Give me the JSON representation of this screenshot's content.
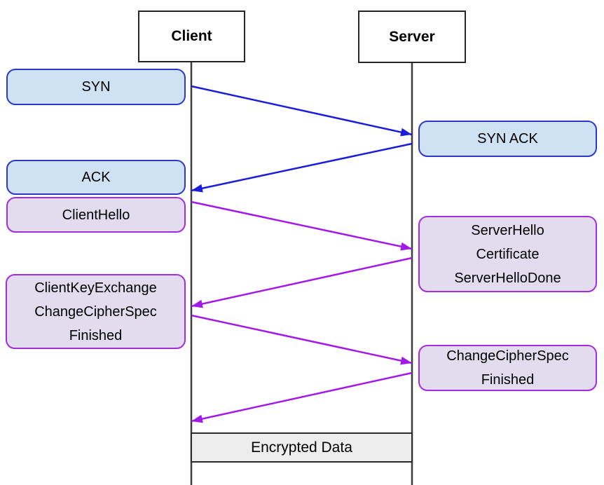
{
  "title_implicit": "TCP and TLS handshake sequence diagram",
  "colors": {
    "tcp-fill": "#cfe2f3",
    "tcp-border": "#2c38c9",
    "tls-fill": "#e3dcee",
    "tls-border": "#a22ddc",
    "arrow-tcp": "#1b1ddb",
    "arrow-tls": "#a31ae6",
    "lifeline": "#3d3d3d",
    "actor-border": "#262626",
    "encrypted-fill": "#ededed",
    "encrypted-border": "#2b2b2b"
  },
  "actors": [
    {
      "id": "client",
      "label": "Client"
    },
    {
      "id": "server",
      "label": "Server"
    }
  ],
  "messages": [
    {
      "id": "syn",
      "actor": "client",
      "protocol": "tcp",
      "lines": [
        "SYN"
      ]
    },
    {
      "id": "syn-ack",
      "actor": "server",
      "protocol": "tcp",
      "lines": [
        "SYN ACK"
      ]
    },
    {
      "id": "ack",
      "actor": "client",
      "protocol": "tcp",
      "lines": [
        "ACK"
      ]
    },
    {
      "id": "client-hello",
      "actor": "client",
      "protocol": "tls",
      "lines": [
        "ClientHello"
      ]
    },
    {
      "id": "server-hello",
      "actor": "server",
      "protocol": "tls",
      "lines": [
        "ServerHello",
        "Certificate",
        "ServerHelloDone"
      ]
    },
    {
      "id": "client-key-exchange",
      "actor": "client",
      "protocol": "tls",
      "lines": [
        "ClientKeyExchange",
        "ChangeCipherSpec",
        "Finished"
      ]
    },
    {
      "id": "change-cipher-spec",
      "actor": "server",
      "protocol": "tls",
      "lines": [
        "ChangeCipherSpec",
        "Finished"
      ]
    }
  ],
  "arrows": [
    {
      "from": "client",
      "to": "server",
      "color": "blue"
    },
    {
      "from": "server",
      "to": "client",
      "color": "blue"
    },
    {
      "from": "client",
      "to": "server",
      "color": "purple"
    },
    {
      "from": "server",
      "to": "client",
      "color": "purple"
    },
    {
      "from": "client",
      "to": "server",
      "color": "purple"
    },
    {
      "from": "server",
      "to": "client",
      "color": "purple"
    }
  ],
  "footer": {
    "encrypted_data_label": "Encrypted Data"
  }
}
